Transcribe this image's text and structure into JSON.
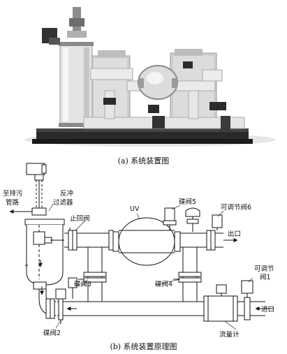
{
  "figure": {
    "caption_a": "(a) 系统装置图",
    "caption_b": "(b) 系统装置原理图"
  },
  "labels": {
    "to_sewer_1": "至排污",
    "to_sewer_2": "管路",
    "backwash_1": "反冲",
    "backwash_2": "过滤器",
    "uv": "UV",
    "check_valve": "止回阀",
    "butterfly_5": "碟阀5",
    "adjustable_6": "可调节阀6",
    "outlet": "出口",
    "butterfly_3": "碟阀3",
    "butterfly_4": "碟阀4",
    "adjustable_1a": "可调节",
    "adjustable_1b": "阀1",
    "inlet": "进口",
    "butterfly_2": "碟阀2",
    "flowmeter": "流量计"
  }
}
